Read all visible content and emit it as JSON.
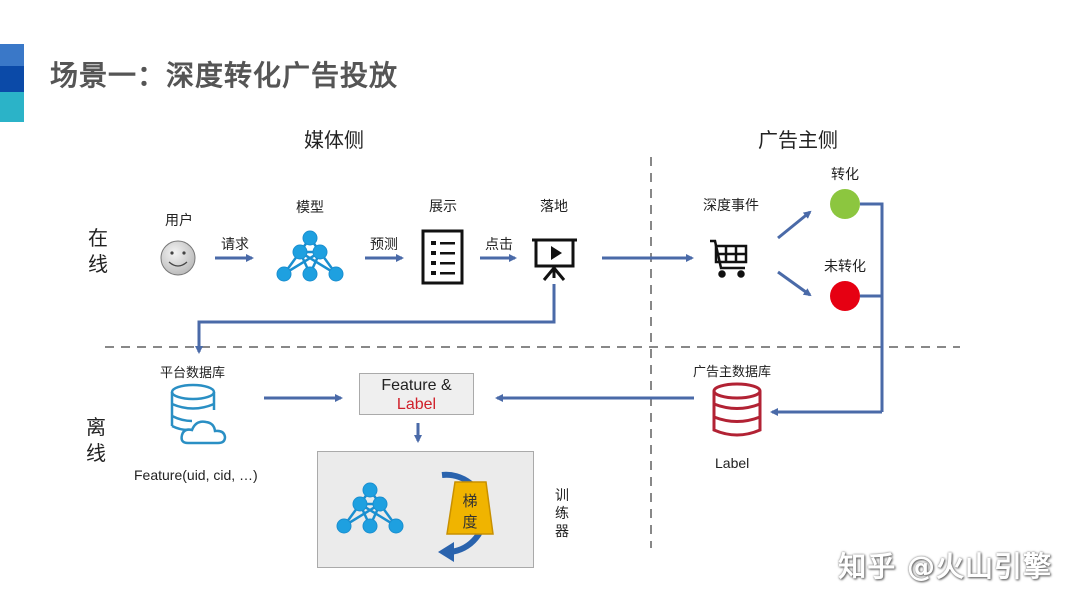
{
  "title": "场景一：深度转化广告投放",
  "sections": {
    "media_side": "媒体侧",
    "advertiser_side": "广告主侧",
    "online": [
      "在",
      "线"
    ],
    "offline": [
      "离",
      "线"
    ]
  },
  "online_flow": {
    "user": "用户",
    "request": "请求",
    "model": "模型",
    "predict": "预测",
    "display": "展示",
    "click": "点击",
    "landing": "落地",
    "deep_event": "深度事件",
    "converted": "转化",
    "not_converted": "未转化"
  },
  "offline_flow": {
    "platform_db": "平台数据库",
    "platform_db_caption": "Feature(uid, cid, …)",
    "feature_label_line1": "Feature &",
    "feature_label_line2": "Label",
    "advertiser_db": "广告主数据库",
    "advertiser_db_caption": "Label",
    "gradient_chars": [
      "梯",
      "度"
    ],
    "trainer": [
      "训",
      "练",
      "器"
    ]
  },
  "colors": {
    "arrow": "#4a6aa8",
    "node": "#1ea0e0",
    "converted": "#8cc63f",
    "not_converted": "#e60012",
    "advertiser_db": "#b22234",
    "platform_db": "#2a8fc4",
    "gradient": "#f0b400",
    "loop": "#2a63ad"
  },
  "watermark": "知乎 @火山引擎"
}
